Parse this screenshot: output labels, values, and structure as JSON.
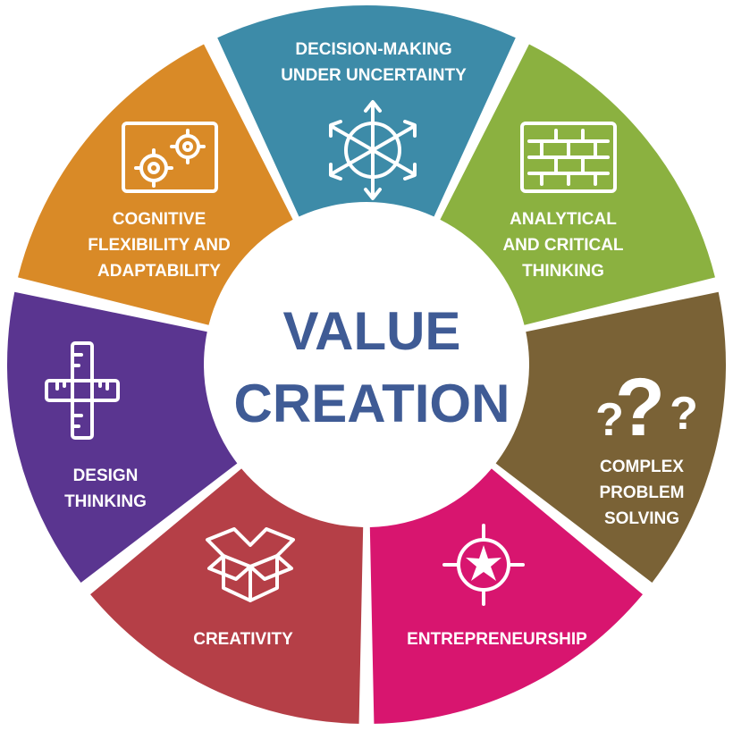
{
  "center": {
    "line1": "VALUE",
    "line2": "CREATION",
    "color": "#3f5b95"
  },
  "segments": [
    {
      "id": "decision",
      "lines": [
        "DECISION-MAKING",
        "UNDER UNCERTAINTY"
      ],
      "color": "#3d8ba8",
      "icon": "arrows-expand-icon"
    },
    {
      "id": "analytical",
      "lines": [
        "ANALYTICAL",
        "AND CRITICAL",
        "THINKING"
      ],
      "color": "#8bb140",
      "icon": "brick-wall-icon"
    },
    {
      "id": "complex",
      "lines": [
        "COMPLEX",
        "PROBLEM",
        "SOLVING"
      ],
      "color": "#7a6236",
      "icon": "question-marks-icon"
    },
    {
      "id": "entrepreneurship",
      "lines": [
        "ENTREPRENEURSHIP"
      ],
      "color": "#d8156f",
      "icon": "compass-star-icon"
    },
    {
      "id": "creativity",
      "lines": [
        "CREATIVITY"
      ],
      "color": "#b53f47",
      "icon": "open-box-icon"
    },
    {
      "id": "design",
      "lines": [
        "DESIGN",
        "THINKING"
      ],
      "color": "#5a3590",
      "icon": "rulers-icon"
    },
    {
      "id": "cognitive",
      "lines": [
        "COGNITIVE",
        "FLEXIBILITY AND",
        "ADAPTABILITY"
      ],
      "color": "#d98a27",
      "icon": "gears-icon"
    }
  ]
}
